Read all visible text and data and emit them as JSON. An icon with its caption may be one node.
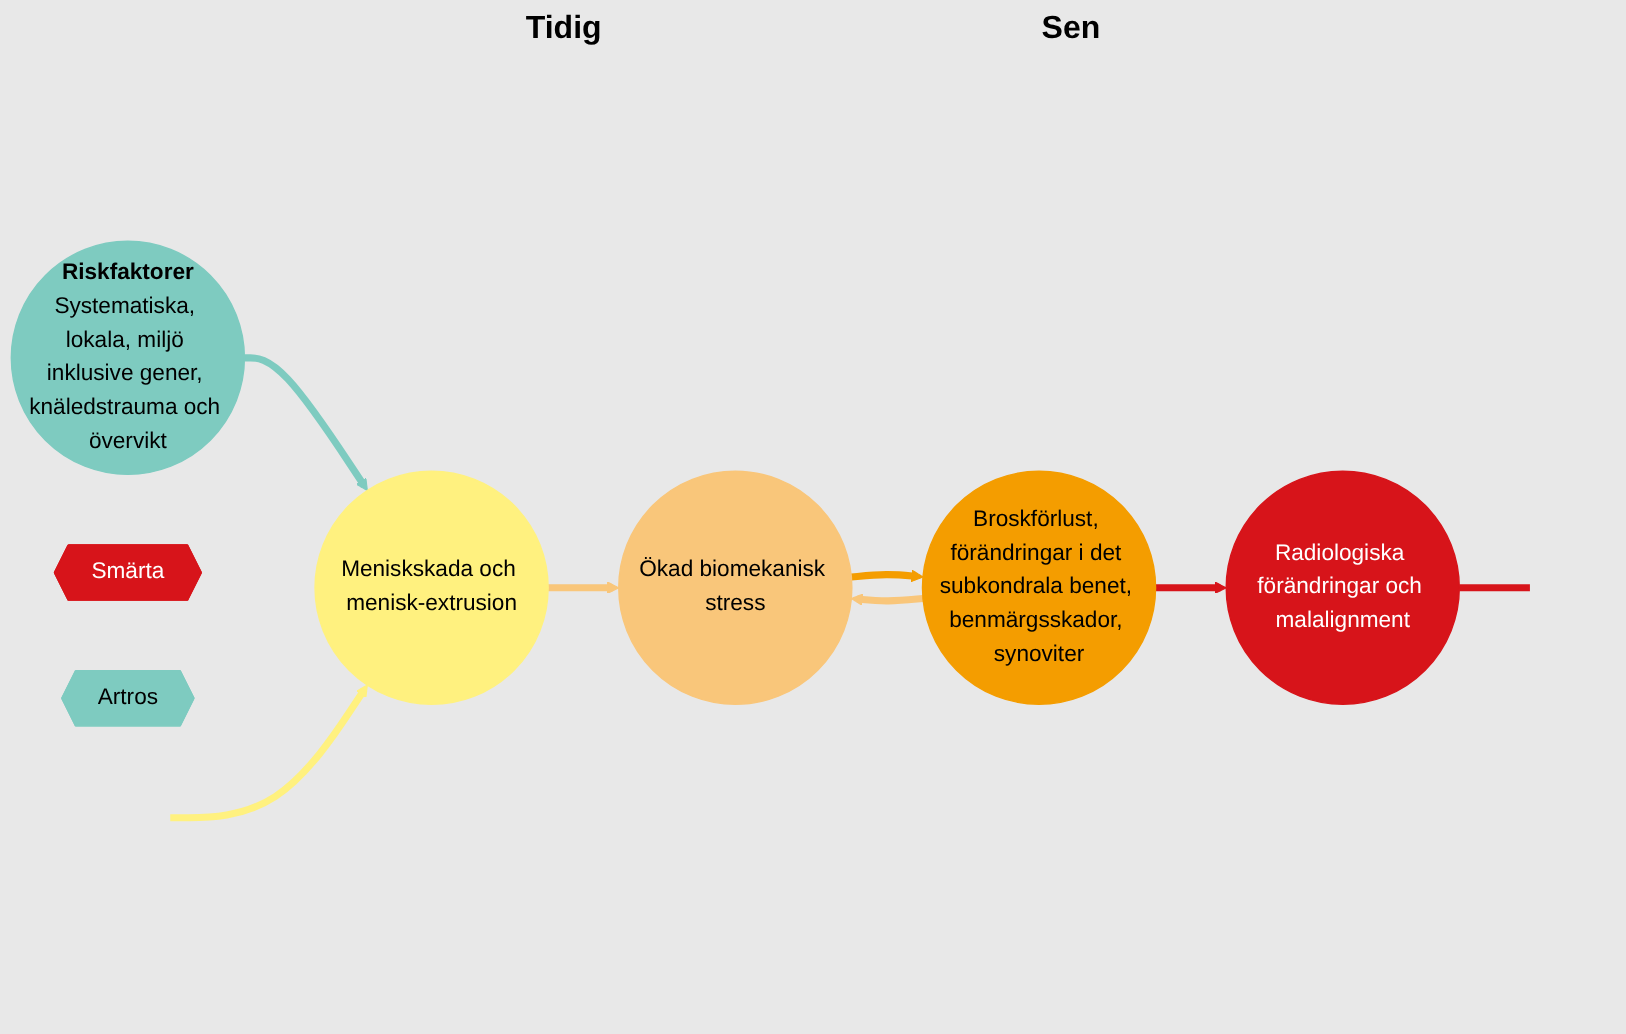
{
  "diagram": {
    "nodes": [
      {
        "text": [
          "Riskfaktorer",
          "Systematiska, lokala, miljö inklusive gener, knäledstrauma och övervikt"
        ]
      },
      {
        "text": [
          "Meniskskada och menisk-extrusion"
        ]
      },
      {
        "text": [
          "Ökad biomekanisk stress"
        ]
      },
      {
        "text": [
          "Broskförlust, förändringar i det subkondrala benet, benmärgsskador, synoviter"
        ]
      },
      {
        "text": [
          "Radiologiska förändringar och malalignment"
        ]
      },
      {
        "text": [
          "Smärta"
        ]
      },
      {
        "text": [
          "Artros"
        ]
      }
    ],
    "edges": [
      {
        "from": 0,
        "to": 1,
        "arrow": "to",
        "color": "#7ecbc0"
      },
      {
        "from": 1,
        "to": 2,
        "arrow": "to",
        "color": "#f9c67a"
      },
      {
        "from": 2,
        "to": 3,
        "arrow": "to",
        "color": "#f49d00"
      },
      {
        "from": 3,
        "to": 4,
        "arrow": "to",
        "color": "#d7141a"
      },
      {
        "from": null,
        "to": 1,
        "arrow": "to",
        "color": "#fff17f"
      },
      {
        "from": 3,
        "to": 2,
        "arrow": "to",
        "color": "#f9c67a"
      },
      {
        "from": 4,
        "to": null,
        "arrow": "none",
        "color": "#d7141a"
      }
    ],
    "labels": [
      "Tidig",
      "Sen"
    ]
  }
}
